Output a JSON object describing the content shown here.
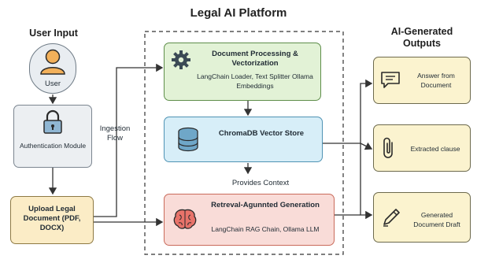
{
  "title": "Legal AI Platform",
  "user_input": {
    "heading": "User Input",
    "user_label": "User",
    "auth_label": "Authentication Module",
    "upload_label": "Upload Legal Document (PDF, DOCX)"
  },
  "ingestion_label": "Ingestion Flow",
  "pipeline": {
    "doc_processing": {
      "title": "Document Processing & Vectorization",
      "subtitle": "LangChain Loader, Text Splitter Ollama Embeddings"
    },
    "chroma": {
      "title": "ChromaDB Vector Store"
    },
    "provides_context": "Provides Context",
    "rag": {
      "title": "Retreval-Agunnted Generation",
      "subtitle": "LangChain RAG Chain, Ollama LLM"
    }
  },
  "outputs": {
    "heading": "AI-Generated Outputs",
    "items": [
      {
        "label": "Answer from Document",
        "icon": "chat-bubble-icon"
      },
      {
        "label": "Extracted clause",
        "icon": "clip-icon"
      },
      {
        "label": "Generated Document Draft",
        "icon": "pen-icon"
      }
    ]
  },
  "colors": {
    "green": "#e2f2d6",
    "green_border": "#5e8e4a",
    "blue": "#d7eef8",
    "blue_border": "#4f93b4",
    "red": "#f9dcd8",
    "red_border": "#c96a5a",
    "yellow": "#fbf3cf",
    "yellow_border": "#6d6a4d",
    "gray": "#eceff2",
    "gray_border": "#7b8590"
  }
}
